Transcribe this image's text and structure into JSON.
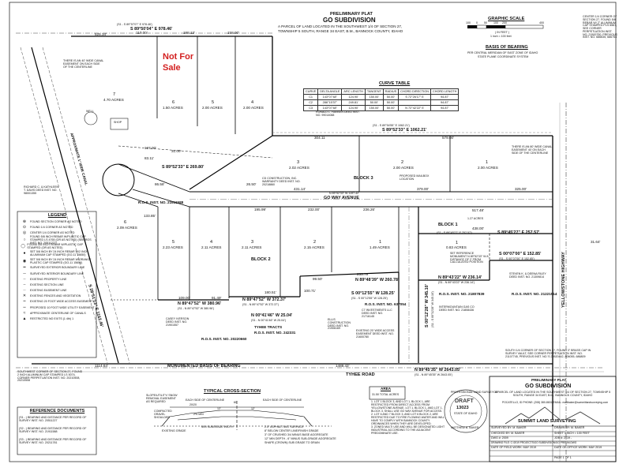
{
  "title_block": {
    "prelim": "PRELIMINARY PLAT",
    "name": "GO SUBDIVISION",
    "desc1": "A PARCEL OF LAND LOCATED IN THE SOUTHWEST 1/4 OF SECTION 27,",
    "desc2": "TOWNSHIP 5 SOUTH, RANGE 34 EAST, B.M., BANNOCK COUNTY, IDAHO"
  },
  "graphic_scale": {
    "title": "GRAPHIC SCALE",
    "ticks": [
      "100",
      "0",
      "50",
      "100",
      "200",
      "400"
    ],
    "units1": "( IN FEET )",
    "units2": "1 inch = 100 feet"
  },
  "basis_bearing": {
    "title": "BASIS OF BEARING",
    "line1": "PER CENTRAL MERIDIAN OF EAST ZONE OF IDAHO",
    "line2": "STATE PLANE COORDINATE SYSTEM"
  },
  "curve_table": {
    "title": "CURVE TABLE",
    "headers": [
      "CURVE",
      "DELTA ANGLE",
      "ARC LENGTH",
      "TANGENT",
      "RADIUS",
      "CHORD DIRECTION",
      "CHORD LENGTH"
    ],
    "rows": [
      [
        "C1",
        "143°07'48\"",
        "124.90'",
        "150.00'",
        "50.00'",
        "S 72°26'17\" E",
        "94.87'"
      ],
      [
        "C2",
        "286°15'37\"",
        "249.81'",
        "50.00'",
        "50.00'",
        "",
        "94.87'"
      ],
      [
        "C3",
        "143°07'48\"",
        "124.90'",
        "150.00'",
        "50.00'",
        "N 72°42'22\" E",
        "94.87'"
      ]
    ]
  },
  "not_for_sale": "Not For Sale",
  "labels": {
    "road_go_way": "GO WAY AVENUE",
    "road_tyhee": "TYHEE ROAD",
    "highway": "YELLOWSTONE HIGHWAY",
    "canal": "APPROXIMATE 1' WIDE CANAL",
    "mono_basis": "MONUMENTED BASIS OF BEARING",
    "block1": "BLOCK 1",
    "block2": "BLOCK 2",
    "block3": "BLOCK 3",
    "block1b": "BLOCK 1",
    "shop": "SHOP",
    "well": "WELL",
    "block1_acres": "1.27 ACRES",
    "owner_hansen": "RONALD L. HANSEN DEED INST. NO. 99014088",
    "owner_cd": "CD CONSTRUCTION, INC. WARRANTY DEED INST. NO. 20218860",
    "owner_kathleen": "RICHARD C. & KATHLEEN T. DAVIS DEED INST. NO. 98001355",
    "owner_riley": "STEVEN K. & DEENA RILEY DEED INST. NO. 21309814",
    "owner_casey": "CASEY IVERSON DEED INST. NO. 21901557",
    "owner_ellis": "ELLIS CONSTRUCTION DEED INST. NO. 21906169",
    "owner_c7": "C7 INVESTMENTS LLC DEED INST. NO. 21716145",
    "owner_inter": "INTERMOUNTAIN GAS CO DEED INST. NO. 21808436",
    "ros_1": "R.O.S. INST. NO. 21911588",
    "ros_2": "R.O.S. INST. NO. 20220660",
    "ros_3": "R.O.S. INST. NO. 242331",
    "ros_4": "R.O.S. INST. NO. 637054",
    "ros_5": "R.O.S. INST. NO. 21807839",
    "ros_6": "R.O.S. INST. NO. 21221514",
    "tyhee_tracts": "TYHEE TRACTS",
    "proposed_fence": "PROPOSED MAILBOX LOCATION",
    "set_ref": "SET REFERENCE MONUMENT N 89°52'33\" W A DISTANCE OF 2' FROM CALCULATED POSITION",
    "canal_note": "THERE IS AN 40' WIDE CANAL EASEMENT ON EACH SIDE OF THE CENTERLINE",
    "canal_note2": "THERE IS AN 80' WIDE CANAL EASEMENT 40' ON EACH SIDE OF THE CENTERLINE",
    "existing_road": "EXISTING 20' WIDE ACCESS EASEMENT DEED INST. NO. 21600780",
    "sw_corner": "SOUTHWEST CORNER OF SECTION 27, FOUND 2 INCH ALUMINUM CAP STAMPED LS 5074, CORNER PERPETUATION INST. NO. 20210508, 20210508",
    "center_corner": "CENTER 1/4 CORNER OF SECTION 27, FOUND 5/8 REBAR W/ 2\" ALUMINUM CAP STAMPED PLS 6567, SEE CORNER PERPETUATION INST. NO. 21500750, PREVIOUS INST. NO. 686635, 686753",
    "south_corner": "SOUTH 1/4 CORNER OF SECTION 27, FOUND 3\" BRASS CAP IN SURVEY VAULT, SEE CORNER PERPETUATION INST. NO. 21107745, PREVIOUS INST. NO.'S 20520442, 806055, 686809"
  },
  "bearings": {
    "top": "S 89°50'04\" E 978.46'",
    "top_note": "(S1 - S 89°57'07\" E 978.46')",
    "north3": "S 89°52'33\" E 1062.21'",
    "north3_note": "(S1 - S 89°54'55\" E 1062.21')",
    "goway": "N 89°52'33\" W 1197.42'",
    "lot_line": "S 89°52'33\" E 269.80'",
    "east_n": "S 00°07'00\" E 152.85'",
    "east_n_note": "(S1 - S 00°07'00\" E 152.85')",
    "b1_bottom": "N 89°43'22\" W 236.14'",
    "b1_bottom_note": "(S1 - N 89°43'22\" W 236.14')",
    "b1_top": "S 89°45'27\" E 257.57'",
    "b1_top_note": "(S1 - S 89°45'27\" E 257.57')",
    "b2_bottom": "N 89°47'52\" W 380.96'",
    "b2_bottom_note": "(S1 - N 89°47'52\" W 380.96')",
    "south": "N 89°45'35\" W 2643.05'",
    "south_note": "(S1 - N 89°45'35\" W 2643.05')",
    "mid1": "N 89°48'39\" W 260.78'",
    "mid2": "N 89°47'52\" W 372.37'",
    "mid2_note": "(S1 - N 89°47'52\" W 372.37')",
    "mid3": "N 00°41'46\" W 25.04'",
    "mid3_note": "(S1 - N 00°41'46\" W 25.04')",
    "s_mid": "S 00°12'55\" W 128.25'",
    "s_mid_note": "(S1 - S 00°12'55\" W 128.25')",
    "e_vert": "S 00°12'28\" W 345.10'",
    "e_vert_note": "(S1 - S 00°12'28\" W 345.10')",
    "w_vert": "S 00°07'48\" W 460.36'",
    "sw_diag": "S 89°52'33\" W",
    "canal_bearing": "S 28°51'13\" E 1162.46'",
    "tyhee_w": "1114.64'",
    "tyhee_e": "1488.43'",
    "n_goway": "N 89°52'33\" W 1197.42'"
  },
  "distances": {
    "d525": "525.34'",
    "d117": "117.00'",
    "d198": "198.12'",
    "d158": "158.00'",
    "d304": "304.11",
    "d579": "579.00'",
    "d325": "325.00'",
    "d431": "431.14'",
    "d379": "379.00'",
    "d195": "195.99'",
    "d232": "232.00'",
    "d236": "236.26'",
    "d250": "250.00'",
    "d517": "517.48'",
    "d438": "438.00'",
    "d235": "235.79'",
    "d109": "109.00'",
    "d91": "91.49'",
    "d180": "180.51'",
    "d100": "100.71'",
    "d99": "99.50'",
    "d133": "133.85'",
    "d86": "86.58'",
    "d83": "83.11'",
    "d127": "127.00'",
    "d31": "31.00'",
    "d26": "26.50'",
    "d50": "50.00'",
    "d25": "25.00'",
    "d2000": "2000.00'",
    "d3164": "31.64'",
    "d318": "318.15'",
    "d2000b": "2000.00'",
    "d80": "80.00'",
    "d49": "49.00'"
  },
  "lots": [
    {
      "num": "1",
      "area": "2.00 ACRES"
    },
    {
      "num": "2",
      "area": "2.00 ACRES"
    },
    {
      "num": "3",
      "area": "2.02 ACRES"
    },
    {
      "num": "4",
      "area": "2.00 ACRES"
    },
    {
      "num": "5",
      "area": "2.00 ACRES"
    },
    {
      "num": "6",
      "area": "2.00 ACRES"
    },
    {
      "num": "7",
      "area": "4.70 ACRES"
    },
    {
      "num": "1",
      "area": "1.49 ACRES"
    },
    {
      "num": "2",
      "area": "2.15 ACRES"
    },
    {
      "num": "3",
      "area": "2.11 ACRES"
    },
    {
      "num": "4",
      "area": "2.11 ACRES"
    },
    {
      "num": "5",
      "area": "2.23 ACRES"
    },
    {
      "num": "6",
      "area": "2.09 ACRES"
    },
    {
      "num": "1",
      "area": "1.27 ACRES"
    },
    {
      "num": "6",
      "area": "1.50 ACRES"
    },
    {
      "num": "1",
      "area": "0.83 ACRES"
    }
  ],
  "legend": {
    "title": "LEGEND",
    "items": [
      "FOUND SECTION CORNER AS NOTED",
      "FOUND 1/4 CORNER AS NOTED",
      "CENTER 1/4 CORNER AS NOTED",
      "FOUND 5/8 INCH REBAR W/PLASTIC CAP STAMPED LS 4765 (OR AS NOTED) (SEE ROS INST. NO. 20511227)",
      "FOUND 5/8 INCH REBAR W/PLASTIC CAP STAMPED (OR AS NOTED)",
      "SET 5/8 INCH BY 24 INCH REBAR W/2 INCH ALUMINUM CAP STAMPED (GO-11 15650)",
      "SET 5/8 INCH BY 24 INCH REBAR W/ORANGE PLASTIC CAP STAMPED (GO-11 15650)",
      "SURVEYED EXTERIOR BOUNDARY LINE",
      "SURVEYED INTERIOR BOUNDARY LINE",
      "EXISTING PROPERTY LINE",
      "EXISTING SECTION LINE",
      "EXISTING EASEMENT LINE",
      "EXISTING FENCES AND VEGETATION",
      "EXISTING 20 FOOT WIDE ACCESS EASEMENT",
      "PROPOSED 10 FOOT WIDE UTILITY EASEMENT",
      "APPROXIMATE CENTERLINE OF CANALS",
      "RESTRICTED NO EXITS (1 4th) 1"
    ]
  },
  "reference_docs": {
    "title": "REFERENCE DOCUMENTS",
    "items": [
      "(S1 - ) BEARING AND DISTANCE PER RECORD OF SURVEY INST. NO. 20511227",
      "(S2 - ) BEARING AND DISTANCE PER RECORD OF SURVEY INST. NO. 21911588",
      "(S3 - ) BEARING AND DISTANCE PER RECORD OF SURVEY INST. NO. 20211781"
    ]
  },
  "cross_section": {
    "title": "TYPICAL CROSS-SECTION",
    "notes": [
      "SLOPE/UTILITY/ SNOW REMOVAL EASEMENT AS REQUIRED",
      "EACH SIDE OF CENTERLINE",
      "COMPACTED GRAVEL SHOULDER",
      "EXISTING GRADE",
      "2% MIN",
      "MIN SUBGRADE WIDTH",
      "2.5\" ASPHALT MAT SURFACE",
      "8\" BELOW CENTER LINE/FINISH GRADE",
      "3\" OF CRUSHED 3/4 MINUS BASE AGGREGATE",
      "12\" MIN DEPTH - 6\" MINUS SUB-GRADE AGGREGATE",
      "SHAPE (CROWN) SUB GRADE TO DRAIN"
    ],
    "dims": [
      "20/20",
      "12'",
      "12'",
      "60'",
      "13/13/13",
      "3'",
      "3'"
    ]
  },
  "area_box": {
    "title": "AREA",
    "value": "31.50 TOTAL ACRES"
  },
  "notes": [
    "1. LOT 1 BLOCK 3, AND LOT 1, BLOCK 1, ARE RESTRICTED FROM DIRECT ACCESS FROM YELLOWSTONE AVENUE. LOT 1, BLOCK 1, AND LOT 1, BLOCK 3, SHALL USE GO WAY AVENUE FOR ACCESS.",
    "2. LOT 6 AND 7 BLOCK 3, AND LOT 6 BLOCK 2, ARE RESTRICTED DUE TO FIRE FLOWING WATER AND WILL HAVE TO COMPLY WITH BANNOCK COUNTY ORDINANCES WHEN THEY ARE DEVELOPED.",
    "3. ZONED MULTI USE AND WILL BE DESIGNATED LIGHT INDUSTRIAL ACCORDING TO THE ADJACENT PREDOMINATE USE."
  ],
  "seal": {
    "top": "PROFESSIONAL LAND SURVEYOR",
    "num": "13023",
    "state": "STATE OF IDAHO",
    "name": "MATTHEW B. BAKER",
    "draft": "DRAFT"
  },
  "company": {
    "prelim": "PRELIMINARY PLAT",
    "name": "GO SUBDIVISION",
    "desc": "A PARCEL OF LAND LOCATED IN THE SOUTHWEST 1/4 OF SECTION 27, TOWNSHIP 5 SOUTH, RANGE 34 EAST, B.M., BANNOCK COUNTY, IDAHO",
    "brand": "SUMMIT LAND SURVEYING",
    "address": "POCATELLO, ID        PHONE: (208) 380-8631   EMAIL: mattbaker@summitlandsurveying.com",
    "rows": [
      [
        "SURVEYED BY: M. BAKER",
        "DRAWN BY: M. BAKER"
      ],
      [
        "CHECKED BY: M. BAKER",
        "SHEET 1 INCH = 100 FEET"
      ],
      [
        "DWG #: 2009",
        "JOB #: 2019 -"
      ],
      [
        "DRAWING FILE: C:\\2019 PROJECTS\\GO SUBDIVISION\\GO PRELIM.DWG",
        ""
      ],
      [
        "DATE OF FIELD WORK: MAY 2019",
        "DATE OF OFFICE WORK: MAY 2019"
      ],
      [
        "",
        "PAGE 1 OF 1"
      ]
    ]
  }
}
